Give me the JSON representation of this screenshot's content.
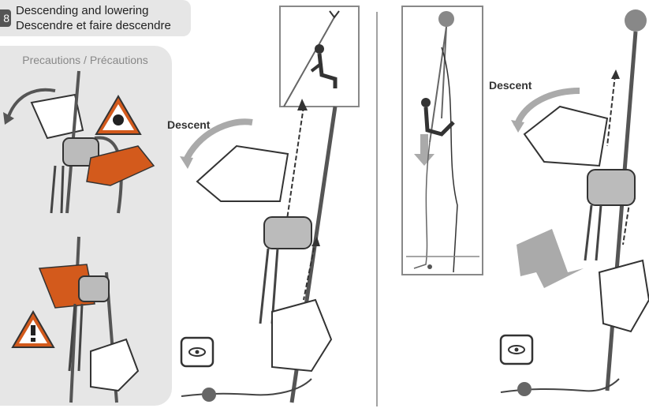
{
  "header": {
    "step": "8",
    "title_en": "Descending and lowering",
    "title_fr": "Descendre et faire descendre"
  },
  "precautions": {
    "title": "Precautions / Précautions"
  },
  "labels": {
    "descent_left": "Descent",
    "descent_right": "Descent"
  },
  "colors": {
    "panel_gray": "#e6e6e6",
    "warning_orange": "#d35a1c",
    "rope_dark": "#4a4a4a",
    "arrow_gray": "#888888"
  },
  "icons": [
    "skull-warning-icon",
    "exclamation-warning-icon",
    "eye-check-icon",
    "anchor-icon"
  ]
}
